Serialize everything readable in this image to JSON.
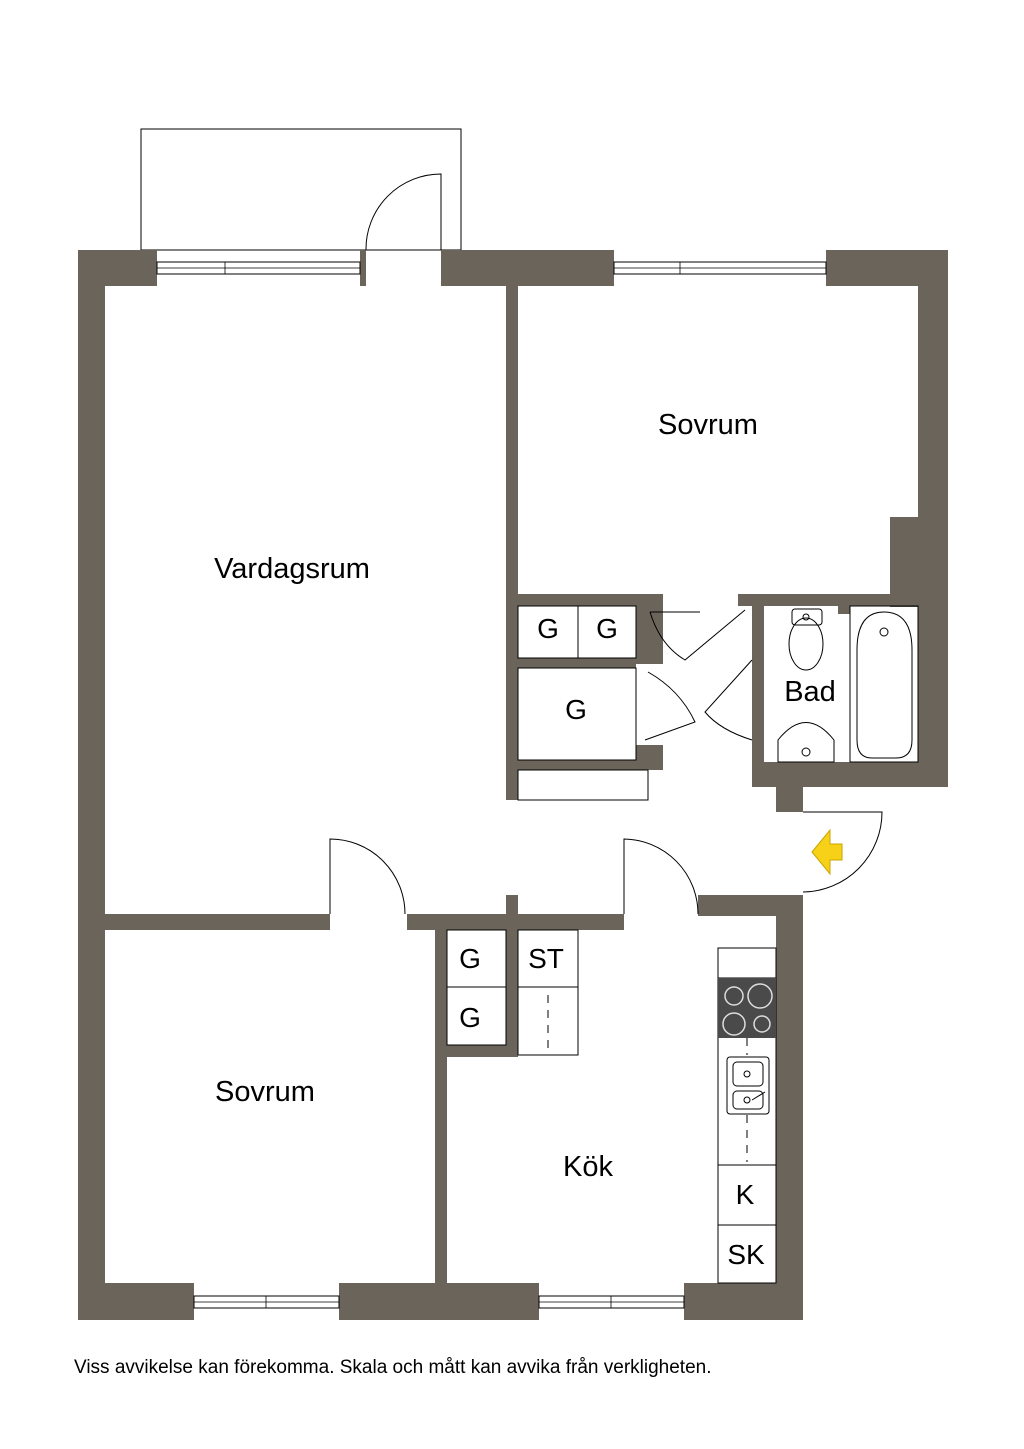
{
  "rooms": {
    "living_room": "Vardagsrum",
    "bedroom_top": "Sovrum",
    "bedroom_bottom": "Sovrum",
    "bathroom": "Bad",
    "kitchen": "Kök"
  },
  "storage": {
    "wardrobe_1": "G",
    "wardrobe_2": "G",
    "wardrobe_3": "G",
    "wardrobe_4": "G",
    "wardrobe_5": "G",
    "broom_closet": "ST",
    "fridge": "K",
    "freezer": "SK"
  },
  "disclaimer": "Viss avvikelse kan förekomma. Skala och mått kan avvika från verkligheten.",
  "colors": {
    "wall": "#6b645a",
    "entrance_arrow": "#f7d117"
  },
  "icons": {
    "entrance": "entrance-arrow-icon",
    "toilet": "toilet-icon",
    "washbasin": "washbasin-icon",
    "bathtub": "bathtub-icon",
    "stove": "stove-icon",
    "sink": "kitchen-sink-icon"
  }
}
